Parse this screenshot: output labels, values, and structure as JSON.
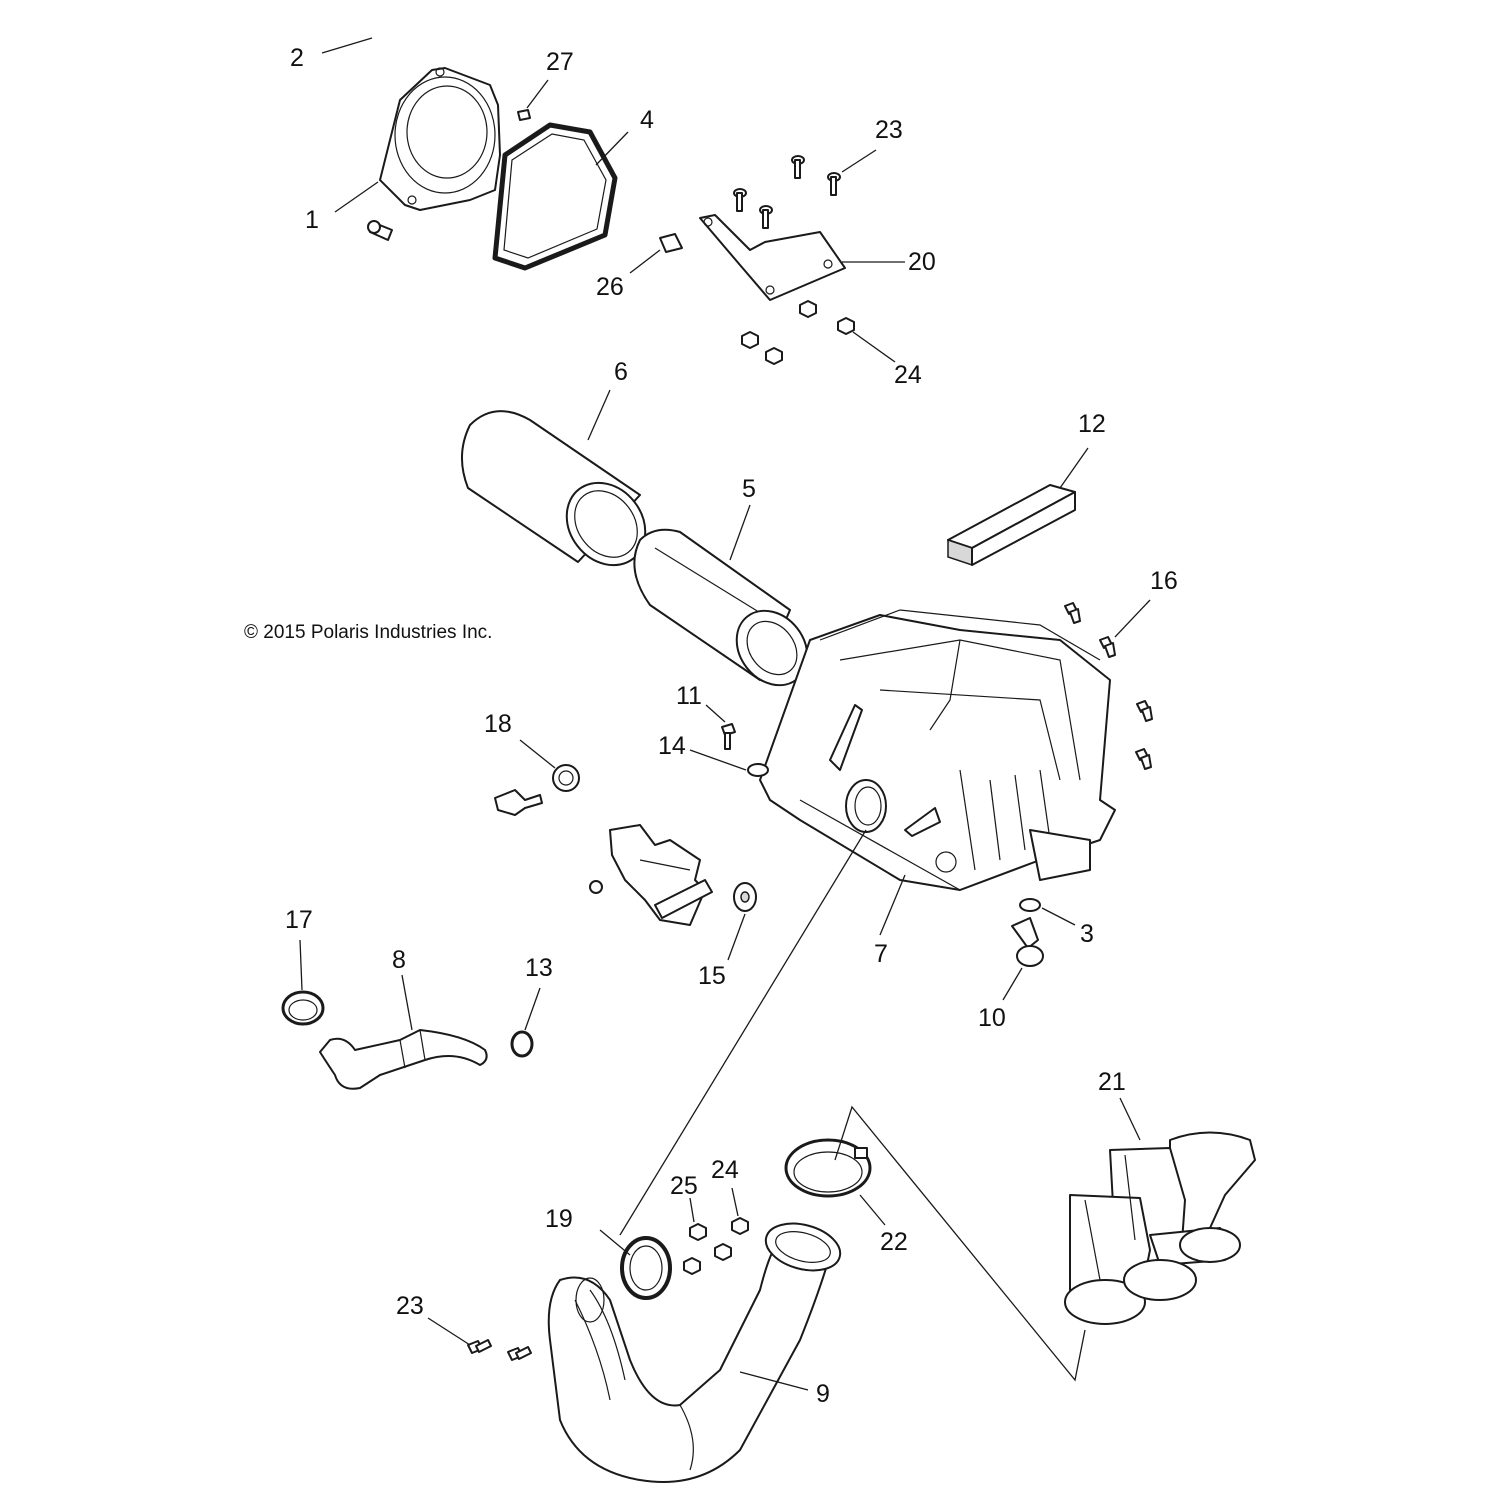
{
  "copyright": "© 2015 Polaris Industries Inc.",
  "callouts": [
    "1",
    "2",
    "3",
    "4",
    "5",
    "6",
    "7",
    "8",
    "9",
    "10",
    "11",
    "12",
    "13",
    "14",
    "15",
    "16",
    "17",
    "18",
    "19",
    "20",
    "21",
    "22",
    "23",
    "23",
    "24",
    "24",
    "25",
    "26",
    "27"
  ]
}
